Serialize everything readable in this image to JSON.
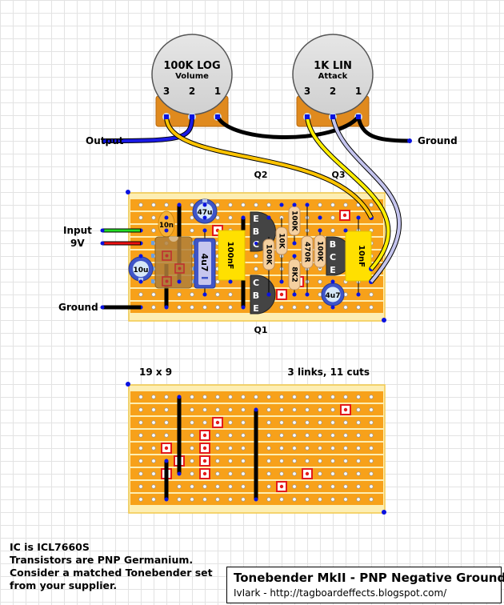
{
  "pots": [
    {
      "value": "100K LOG",
      "name": "Volume",
      "pins": [
        "3",
        "2",
        "1"
      ]
    },
    {
      "value": "1K LIN",
      "name": "Attack",
      "pins": [
        "3",
        "2",
        "1"
      ]
    }
  ],
  "offboard_labels": {
    "output": "Output",
    "ground_top": "Ground",
    "input": "Input",
    "nine_volt": "9V",
    "ground_left": "Ground"
  },
  "transistor_labels": {
    "q1": "Q1",
    "q2": "Q2",
    "q3": "Q3"
  },
  "components": {
    "c_10n_small": "10n",
    "c_47u": "47u",
    "c_10u": "10u",
    "c_4u7_large": "4u7",
    "c_100nF": "100nF",
    "c_10nF": "10nF",
    "c_4u7_small": "4u7",
    "r_100k_a": "100K",
    "r_10k": "10K",
    "r_100k_b": "100K",
    "r_470r": "470R",
    "r_8k2": "8K2",
    "r_100k_c": "100K",
    "q2_pins": [
      "E",
      "B",
      "C"
    ],
    "q1_pins": [
      "C",
      "B",
      "E"
    ],
    "q3_pins": [
      "B",
      "C",
      "E"
    ]
  },
  "board": {
    "columns": 19,
    "rows": 9,
    "size_label": "19 x 9",
    "summary_label": "3 links, 11 cuts",
    "cuts": [
      [
        16,
        1
      ],
      [
        6,
        2
      ],
      [
        5,
        3
      ],
      [
        2,
        4
      ],
      [
        5,
        4
      ],
      [
        3,
        5
      ],
      [
        5,
        5
      ],
      [
        2,
        6
      ],
      [
        5,
        6
      ],
      [
        13,
        6
      ],
      [
        11,
        7
      ]
    ],
    "links": [
      [
        3,
        0,
        6
      ],
      [
        2,
        5,
        8
      ],
      [
        9,
        1,
        8
      ]
    ]
  },
  "notes": [
    "IC is ICL7660S",
    "Transistors are PNP Germanium.",
    "Consider a matched Tonebender set",
    "from your supplier."
  ],
  "title": {
    "main": "Tonebender MkII - PNP Negative Ground",
    "sub": "IvIark - http://tagboardeffects.blogspot.com/"
  },
  "colors": {
    "strip": "#f7a11a",
    "board": "#fdeeb3",
    "pot_body": "#d9d9d9",
    "pot_lug": "#e08a1e",
    "wire_blue": "#1a1ae6",
    "wire_yellow": "#ffee00",
    "wire_orange_yellow": "#ffc400",
    "wire_lavender": "#c4c4ee",
    "wire_green": "#22dd22",
    "wire_red": "#ee1111",
    "cut": "#e41a1a",
    "node": "#0a12e0"
  }
}
